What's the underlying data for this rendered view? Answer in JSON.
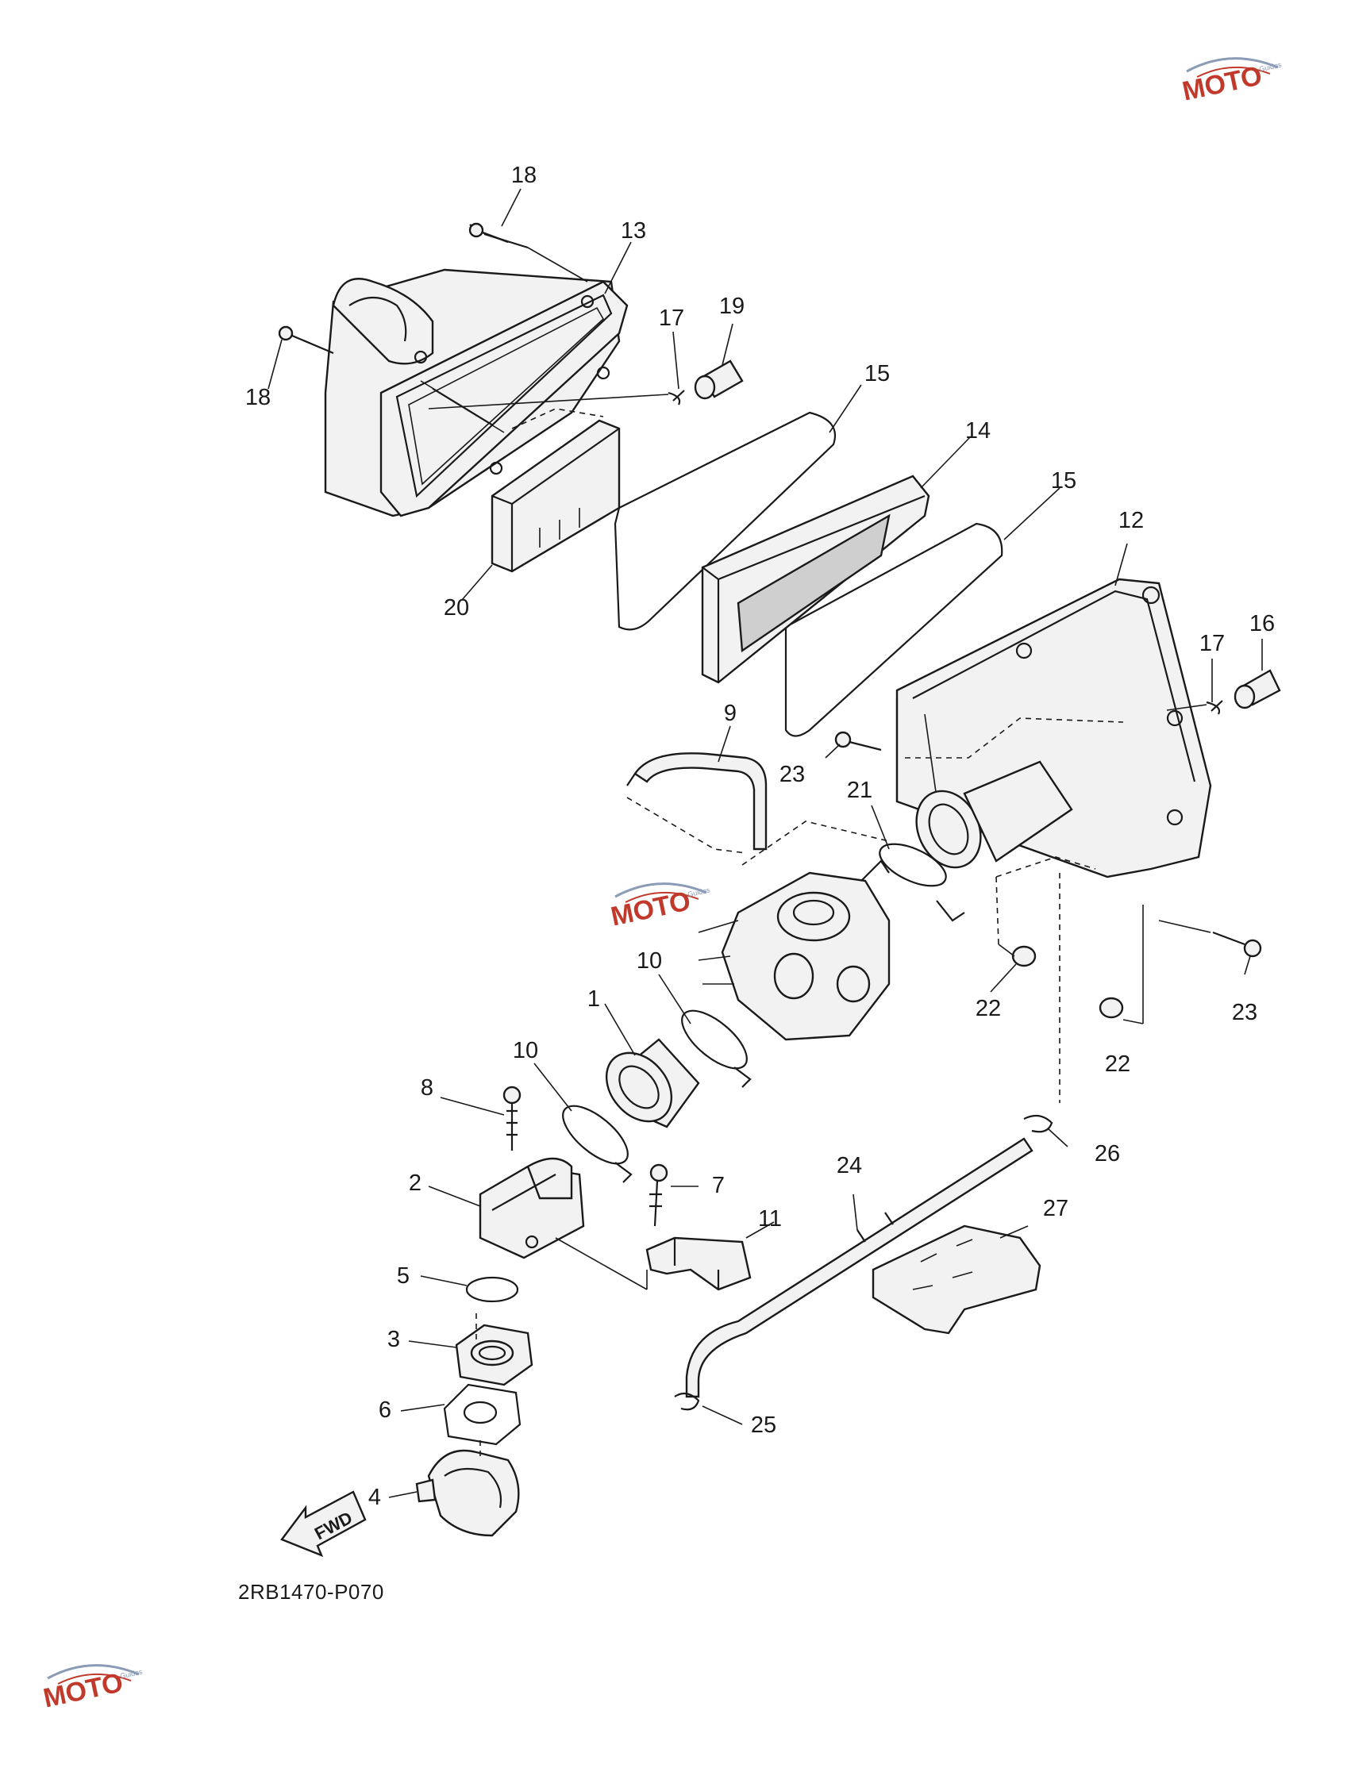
{
  "diagram_code": "2RB1470-P070",
  "forward_arrow_label": "FWD",
  "watermark": {
    "text": "MOTO",
    "small": "Guides",
    "accent": "#c0392b",
    "secondary": "#8a9bb5"
  },
  "callouts": [
    "1",
    "2",
    "3",
    "4",
    "5",
    "6",
    "7",
    "8",
    "9",
    "10",
    "10",
    "11",
    "12",
    "13",
    "14",
    "15",
    "15",
    "16",
    "17",
    "17",
    "18",
    "18",
    "19",
    "20",
    "21",
    "22",
    "22",
    "23",
    "23",
    "24",
    "25",
    "26",
    "27"
  ]
}
